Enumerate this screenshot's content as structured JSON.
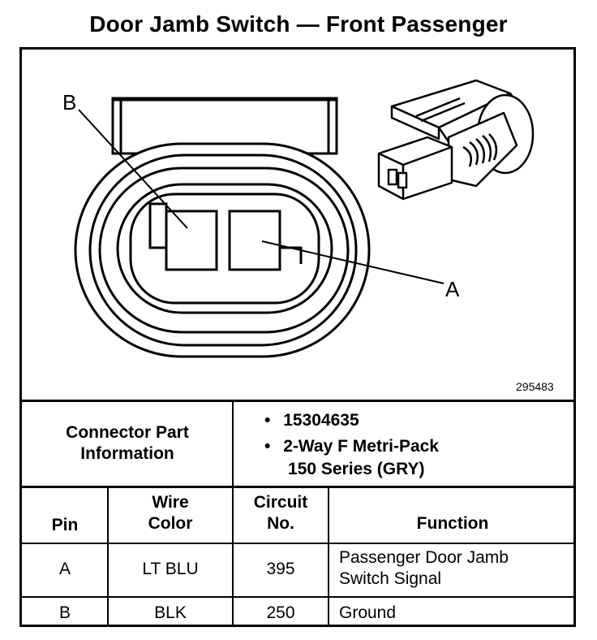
{
  "title": "Door Jamb Switch — Front Passenger",
  "figure": {
    "number": "295483",
    "callouts": {
      "a": "A",
      "b": "B"
    }
  },
  "connector_info": {
    "label_line1": "Connector Part",
    "label_line2": "Information",
    "bullets": [
      {
        "marker": "•",
        "line1": "15304635",
        "line2": ""
      },
      {
        "marker": "•",
        "line1": "2-Way F Metri-Pack",
        "line2": "150 Series (GRY)"
      }
    ]
  },
  "table": {
    "headers": {
      "pin": "Pin",
      "wire_color_1": "Wire",
      "wire_color_2": "Color",
      "circuit_1": "Circuit",
      "circuit_2": "No.",
      "function": "Function"
    },
    "rows": [
      {
        "pin": "A",
        "wire_color": "LT BLU",
        "circuit": "395",
        "function_1": "Passenger Door Jamb",
        "function_2": "Switch Signal"
      },
      {
        "pin": "B",
        "wire_color": "BLK",
        "circuit": "250",
        "function_1": "Ground",
        "function_2": ""
      }
    ]
  }
}
